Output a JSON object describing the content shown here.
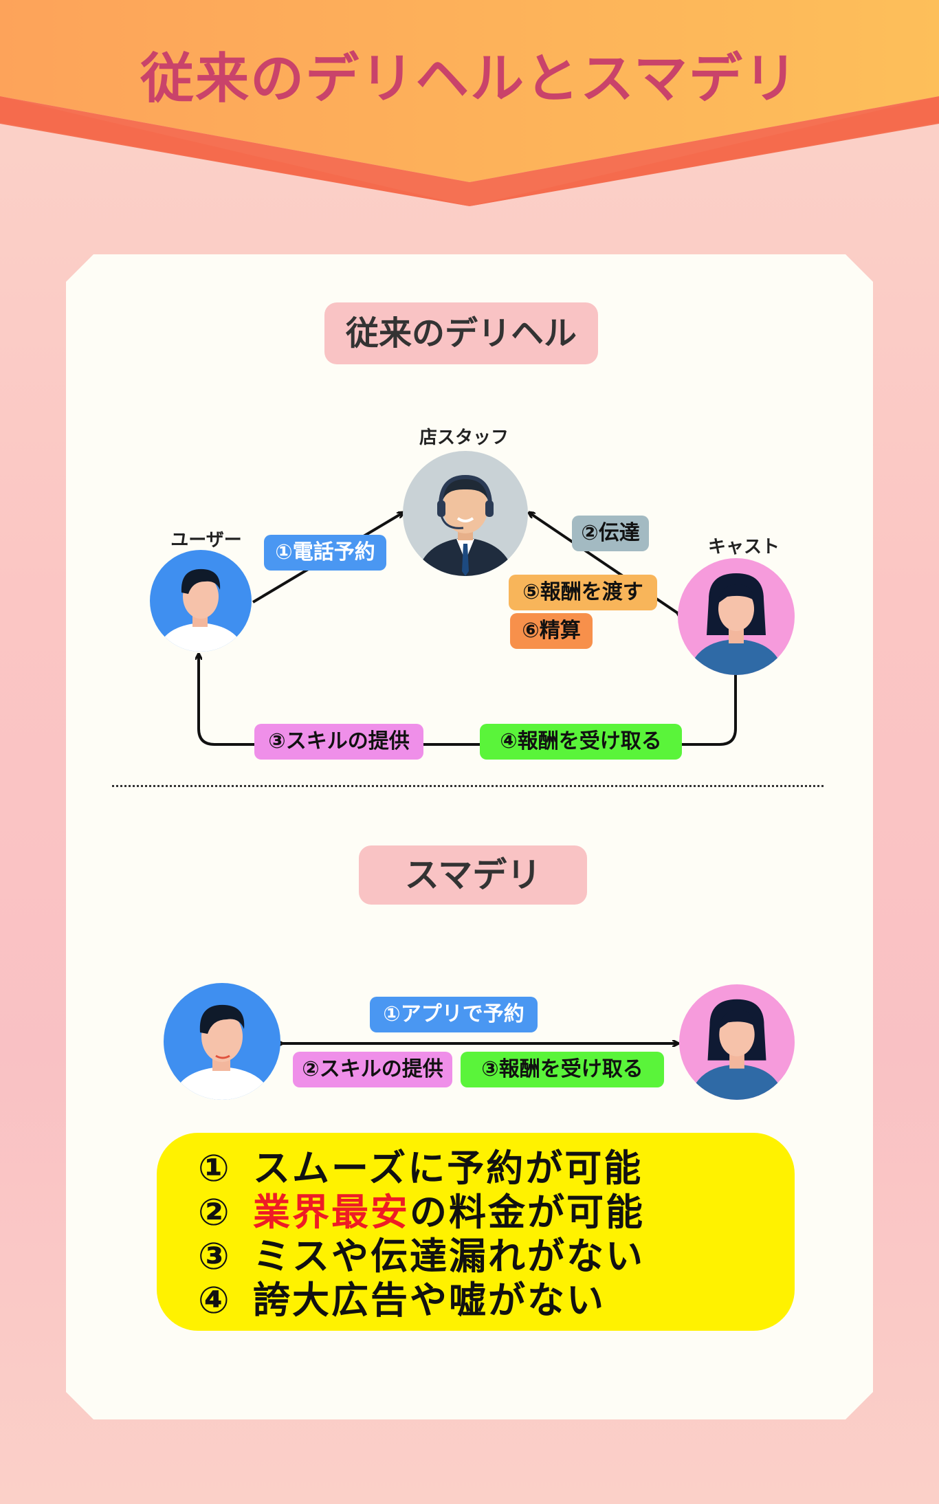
{
  "title": "従来のデリヘルとスマデリ",
  "colors": {
    "title": "#c9436a",
    "banner_orange": "#fdb55a",
    "banner_red": "#f36b4a",
    "pill_pink": "#f9c3c4",
    "tag_blue": "#4a97f2",
    "tag_gray": "#a3bac2",
    "tag_orange": "#f8b55a",
    "tag_deep_orange": "#f7904b",
    "tag_magenta": "#ef8fe9",
    "tag_green": "#5af43a",
    "benefits_bg": "#fff200",
    "highlight_red": "#ee1c25"
  },
  "traditional": {
    "heading": "従来のデリヘル",
    "labels": {
      "staff": "店スタッフ",
      "user": "ユーザー",
      "cast": "キャスト"
    },
    "tags": {
      "phone_booking": "①電話予約",
      "relay": "②伝達",
      "skill": "③スキルの提供",
      "receive_fee": "④報酬を受け取る",
      "pass_fee": "⑤報酬を渡す",
      "settle": "⑥精算"
    }
  },
  "smadeli": {
    "heading": "スマデリ",
    "tags": {
      "app_booking": "①アプリで予約",
      "skill": "②スキルの提供",
      "receive_fee": "③報酬を受け取る"
    }
  },
  "benefits": [
    {
      "num": "①",
      "pre": "スムーズに予約が可能",
      "highlight": "",
      "post": ""
    },
    {
      "num": "②",
      "pre": "",
      "highlight": "業界最安",
      "post": "の料金が可能"
    },
    {
      "num": "③",
      "pre": "ミスや伝達漏れがない",
      "highlight": "",
      "post": ""
    },
    {
      "num": "④",
      "pre": "誇大広告や嘘がない",
      "highlight": "",
      "post": ""
    }
  ]
}
